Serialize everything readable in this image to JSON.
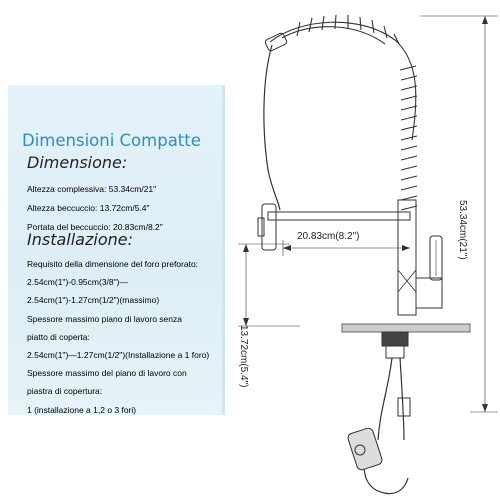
{
  "panel": {
    "title": "Dimensioni Compatte",
    "dimension_heading": "Dimensione:",
    "dimension_lines": [
      "Altezza complessiva: 53.34cm/21\"",
      "Altezza beccuccio: 13.72cm/5.4\"",
      "Portata del beccuccio: 20.83cm/8.2\""
    ],
    "install_heading": "Installazione:",
    "install_lines": [
      "Requisito della dimensione del foro preforato:",
      "2.54cm(1\")-0.95cm(3/8\")—",
      "2.54cm(1\")-1.27cm(1/2\")(massimo)",
      "Spessore massimo piano di lavoro senza",
      "piatto di coperta:",
      "2.54cm(1\")—1.27cm(1/2\")(Installazione a 1 foro)",
      "Spessore massimo del piano di lavoro con",
      "piastra di copertura:",
      "1 (installazione a 1,2 o 3 fori)"
    ]
  },
  "drawing": {
    "overall_height_label": "53.34cm(21\")",
    "spout_reach_label": "20.83cm(8.2\")",
    "spout_height_label": "13.72cm(5.4\")"
  },
  "colors": {
    "panel_bg": "#e0f0f8",
    "title": "#2f8dbd",
    "line": "#333333"
  }
}
